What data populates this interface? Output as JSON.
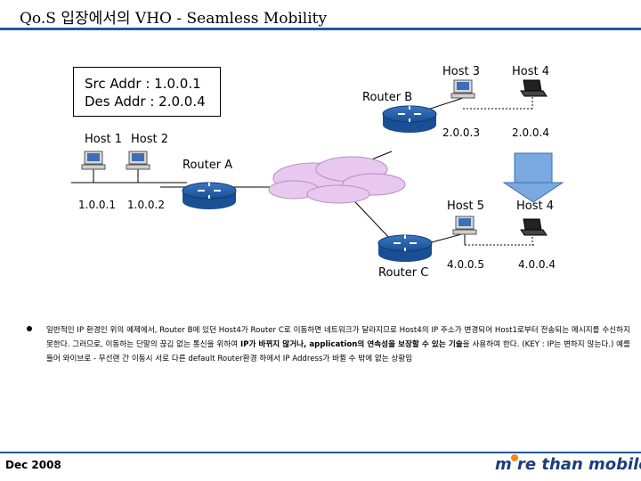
{
  "title": "Qo.S 입장에서의 VHO - Seamless Mobility",
  "addr_box": {
    "src": "Src Addr : 1.0.0.1",
    "des": "Des Addr : 2.0.0.4"
  },
  "routers": {
    "a": "Router A",
    "b": "Router B",
    "c": "Router C"
  },
  "hosts": {
    "host1": {
      "name": "Host 1",
      "ip": "1.0.0.1"
    },
    "host2": {
      "name": "Host 2",
      "ip": "1.0.0.2"
    },
    "host3": {
      "name": "Host 3",
      "ip": "2.0.0.3"
    },
    "host4_top": {
      "name": "Host 4",
      "ip": "2.0.0.4"
    },
    "host5": {
      "name": "Host 5",
      "ip": "4.0.0.5"
    },
    "host4_bottom": {
      "name": "Host 4",
      "ip": "4.0.0.4"
    }
  },
  "bullet": {
    "part1": "일반적인 IP 환경인 위의 예제에서, Router B에 있던 Host4가 Router C로 이동하면 네트워크가 달라지므로 Host4의 IP 주소가 변경되어 Host1로부터 전송되는 메시지를 수신하지 못한다. 그러므로, 이동하는 단말의 끊김 없는 통신을 위하여 ",
    "bold1": "IP가 바뀌지 않거나, application의 연속성을 보장할 수 있는 기술",
    "part2": "을 사용하여 한다. (KEY : IP는 변하지 않는다.) 예를 들어 와이브로 - 무선랜 간 이동시 서로 다른 default Router환경 하에서 IP Address가 바뀔 수 밖에 없는 상황임"
  },
  "footer": {
    "date": "Dec 2008",
    "logo": "m re than mobile"
  },
  "colors": {
    "accent": "#1e5aa0",
    "cloud": "#e9c8f0",
    "move_arrow": "#7aa8e0",
    "logo_dot": "#f08a1c"
  }
}
